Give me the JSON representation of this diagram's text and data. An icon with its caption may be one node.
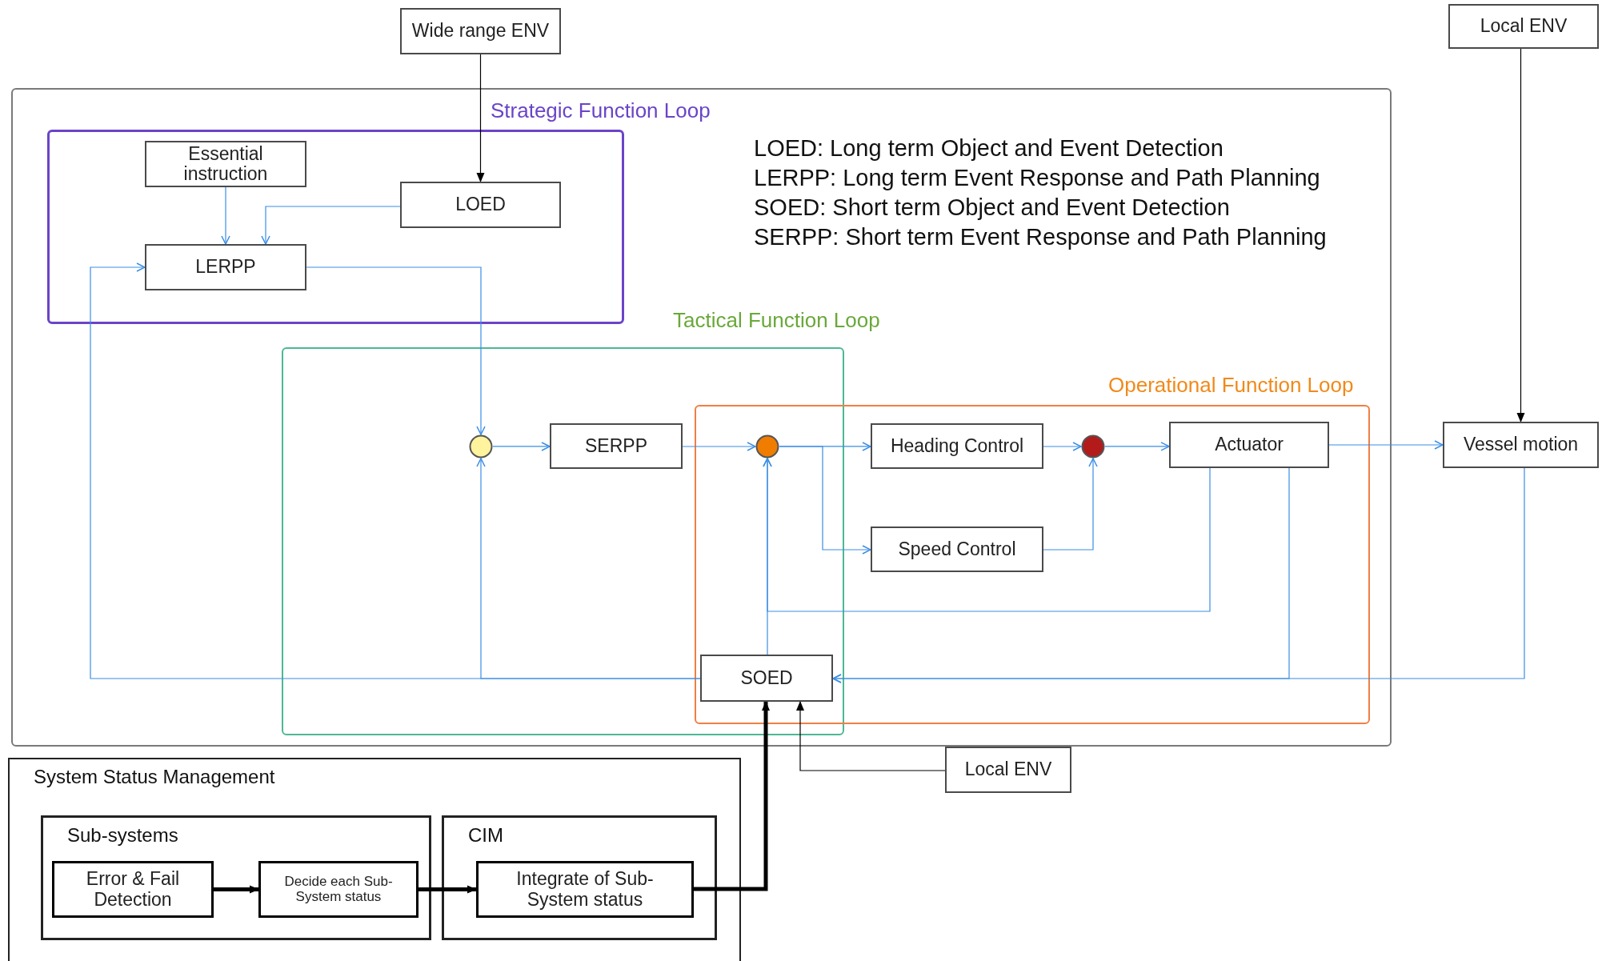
{
  "diagram": {
    "nodes": [
      {
        "text": [
          "Wide range ENV"
        ]
      },
      {
        "text": [
          "Local ENV"
        ]
      },
      {
        "text": [],
        "shape": "box"
      },
      {
        "text": [
          "Strategic Function Loop"
        ],
        "in": 2
      },
      {
        "text": [
          "Essential instruction"
        ],
        "in": 3
      },
      {
        "text": [
          "LOED"
        ],
        "in": 3
      },
      {
        "text": [
          "LERPP"
        ],
        "in": 3
      },
      {
        "text": [
          "Tactical Function Loop"
        ],
        "in": 2
      },
      {
        "text": [
          "Operational Function Loop"
        ],
        "in": 2
      },
      {
        "text": [],
        "shape": "circle",
        "in": 7
      },
      {
        "text": [
          "SERPP"
        ],
        "in": 7
      },
      {
        "text": [],
        "shape": "circle"
      },
      {
        "text": [
          "Heading Control"
        ],
        "in": 8
      },
      {
        "text": [],
        "shape": "circle",
        "in": 8
      },
      {
        "text": [
          "Actuator"
        ],
        "in": 8
      },
      {
        "text": [
          "Speed Control"
        ],
        "in": 8
      },
      {
        "text": [
          "SOED"
        ]
      },
      {
        "text": [
          "Vessel motion"
        ]
      },
      {
        "text": [
          "Local ENV"
        ]
      },
      {
        "text": [
          "System Status Management"
        ]
      },
      {
        "text": [
          "Sub-systems"
        ],
        "in": 19
      },
      {
        "text": [
          "Error & Fail Detection"
        ],
        "in": 20
      },
      {
        "text": [
          "Decide each Sub-System status"
        ],
        "in": 20
      },
      {
        "text": [
          "CIM"
        ],
        "in": 19
      },
      {
        "text": [
          "Integrate of Sub-System status"
        ],
        "in": 23
      }
    ],
    "edges": [
      {
        "from": 0,
        "to": 5,
        "arrow": "to",
        "color": "#000000"
      },
      {
        "from": 1,
        "to": 17,
        "arrow": "to",
        "color": "#000000"
      },
      {
        "from": 4,
        "to": 6,
        "arrow": "to"
      },
      {
        "from": 5,
        "to": 6,
        "arrow": "to"
      },
      {
        "from": 6,
        "to": 9,
        "arrow": "to"
      },
      {
        "from": 9,
        "to": 10,
        "arrow": "to"
      },
      {
        "from": 10,
        "to": 11,
        "arrow": "to"
      },
      {
        "from": 11,
        "to": 12,
        "arrow": "to"
      },
      {
        "from": 11,
        "to": 15,
        "arrow": "to"
      },
      {
        "from": 12,
        "to": 13,
        "arrow": "to"
      },
      {
        "from": 15,
        "to": 13,
        "arrow": "to"
      },
      {
        "from": 13,
        "to": 14,
        "arrow": "to"
      },
      {
        "from": 14,
        "to": 17,
        "arrow": "to"
      },
      {
        "from": 14,
        "to": 11,
        "arrow": "to"
      },
      {
        "from": 16,
        "to": 11,
        "arrow": "to"
      },
      {
        "from": 14,
        "to": 16,
        "arrow": "to"
      },
      {
        "from": 17,
        "to": 16,
        "arrow": "to"
      },
      {
        "from": 16,
        "to": 9,
        "arrow": "to"
      },
      {
        "from": 16,
        "to": 6,
        "arrow": "to"
      },
      {
        "from": 18,
        "to": 16,
        "arrow": "to",
        "color": "#000000"
      },
      {
        "from": 24,
        "to": 16,
        "arrow": "to",
        "style": "thick",
        "color": "#000000"
      },
      {
        "from": 21,
        "to": 22,
        "arrow": "to",
        "style": "thick",
        "color": "#000000"
      },
      {
        "from": 22,
        "to": 24,
        "arrow": "to",
        "style": "thick",
        "color": "#000000"
      }
    ],
    "labels": [
      "LOED: Long term Object and Event Detection",
      "LERPP: Long term Event Response and Path Planning",
      "SOED: Short term Object and Event Detection",
      "SERPP: Short term Event Response and Path Planning"
    ]
  }
}
